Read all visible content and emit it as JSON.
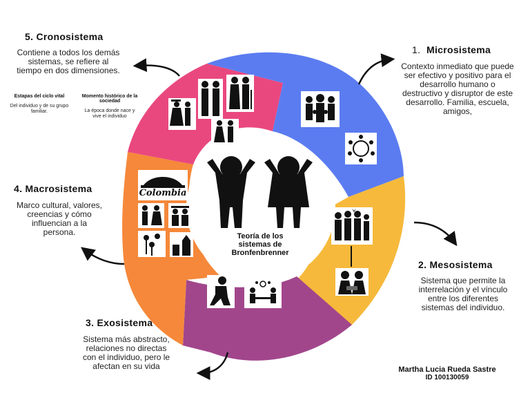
{
  "center": {
    "title": "Teoría de los sistemas de Bronfenbrenner"
  },
  "micro": {
    "number": "1.",
    "title": "Microsistema",
    "description": "Contexto inmediato que puede ser  efectivo y positivo para el desarrollo humano o  destructivo y disruptor de este desarrollo. Familia, escuela, amigos,"
  },
  "meso": {
    "title": "2. Mesosistema",
    "description": "Sistema que permite la interrelación  y el vínculo entre los diferentes  sistemas del individuo."
  },
  "exo": {
    "title": "3. Exosistema",
    "description": "Sistema más abstracto, relaciones no directas con el individuo, pero le afectan en su vida"
  },
  "macro": {
    "title": "4. Macrosistema",
    "description": "Marco cultural, valores, creencias y cómo influencian a la persona.",
    "image_label": "Colombia"
  },
  "crono": {
    "title": "5. Cronosistema",
    "description": "Contiene a todos los demás sistemas, se refiere al tiempo en dos dimensiones.",
    "dim1_title": "Estapas del ciclo vital",
    "dim1_text": "Del individuo y de su grupo familiar.",
    "dim2_title": "Momento histórico de la sociedad",
    "dim2_text": "La época donde nace y vive el individuo"
  },
  "author": {
    "name": "Martha Lucia Rueda Sastre",
    "id": "ID 100130059"
  },
  "colors": {
    "micro": "#5B7CF0",
    "meso": "#F6B93B",
    "exo": "#A2468C",
    "macro": "#F5883A",
    "crono": "#E9487E"
  }
}
